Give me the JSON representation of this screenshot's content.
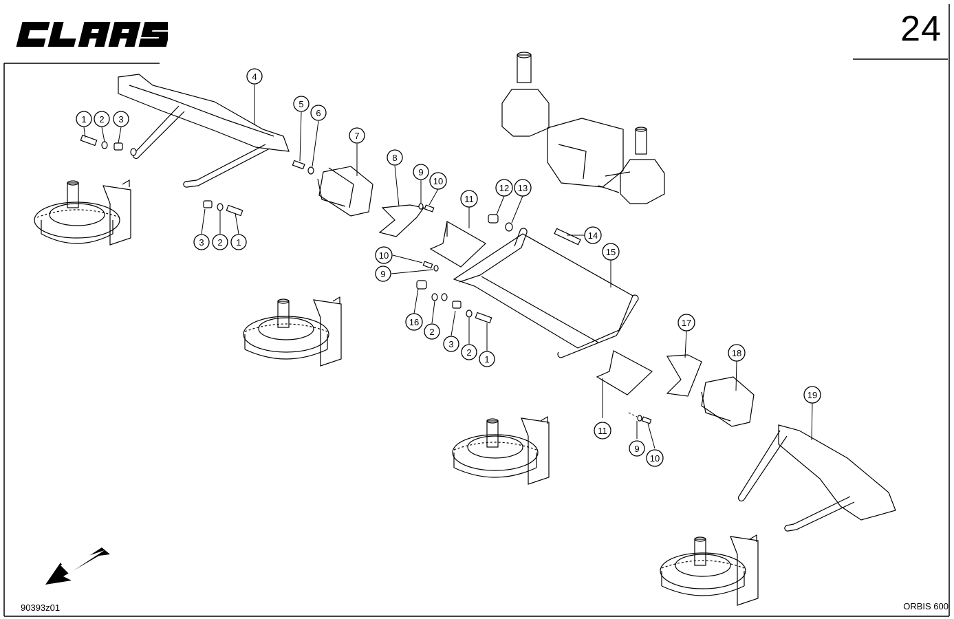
{
  "header": {
    "brand": "CLAAS",
    "page_number": "24"
  },
  "footer": {
    "drawing_ref": "90393z01",
    "model": "ORBIS 600"
  },
  "callouts": {
    "c1a": "1",
    "c2a": "2",
    "c3a": "3",
    "c4": "4",
    "c5": "5",
    "c6": "6",
    "c7": "7",
    "c8": "8",
    "c9a": "9",
    "c10a": "10",
    "c11a": "11",
    "c12": "12",
    "c13": "13",
    "c3b": "3",
    "c2b": "2",
    "c1b": "1",
    "c10b": "10",
    "c9b": "9",
    "c14": "14",
    "c15": "15",
    "c16": "16",
    "c2c": "2",
    "c3c": "3",
    "c2d": "2",
    "c1c": "1",
    "c17": "17",
    "c18": "18",
    "c19": "19",
    "c11b": "11",
    "c9c": "9",
    "c10c": "10"
  }
}
